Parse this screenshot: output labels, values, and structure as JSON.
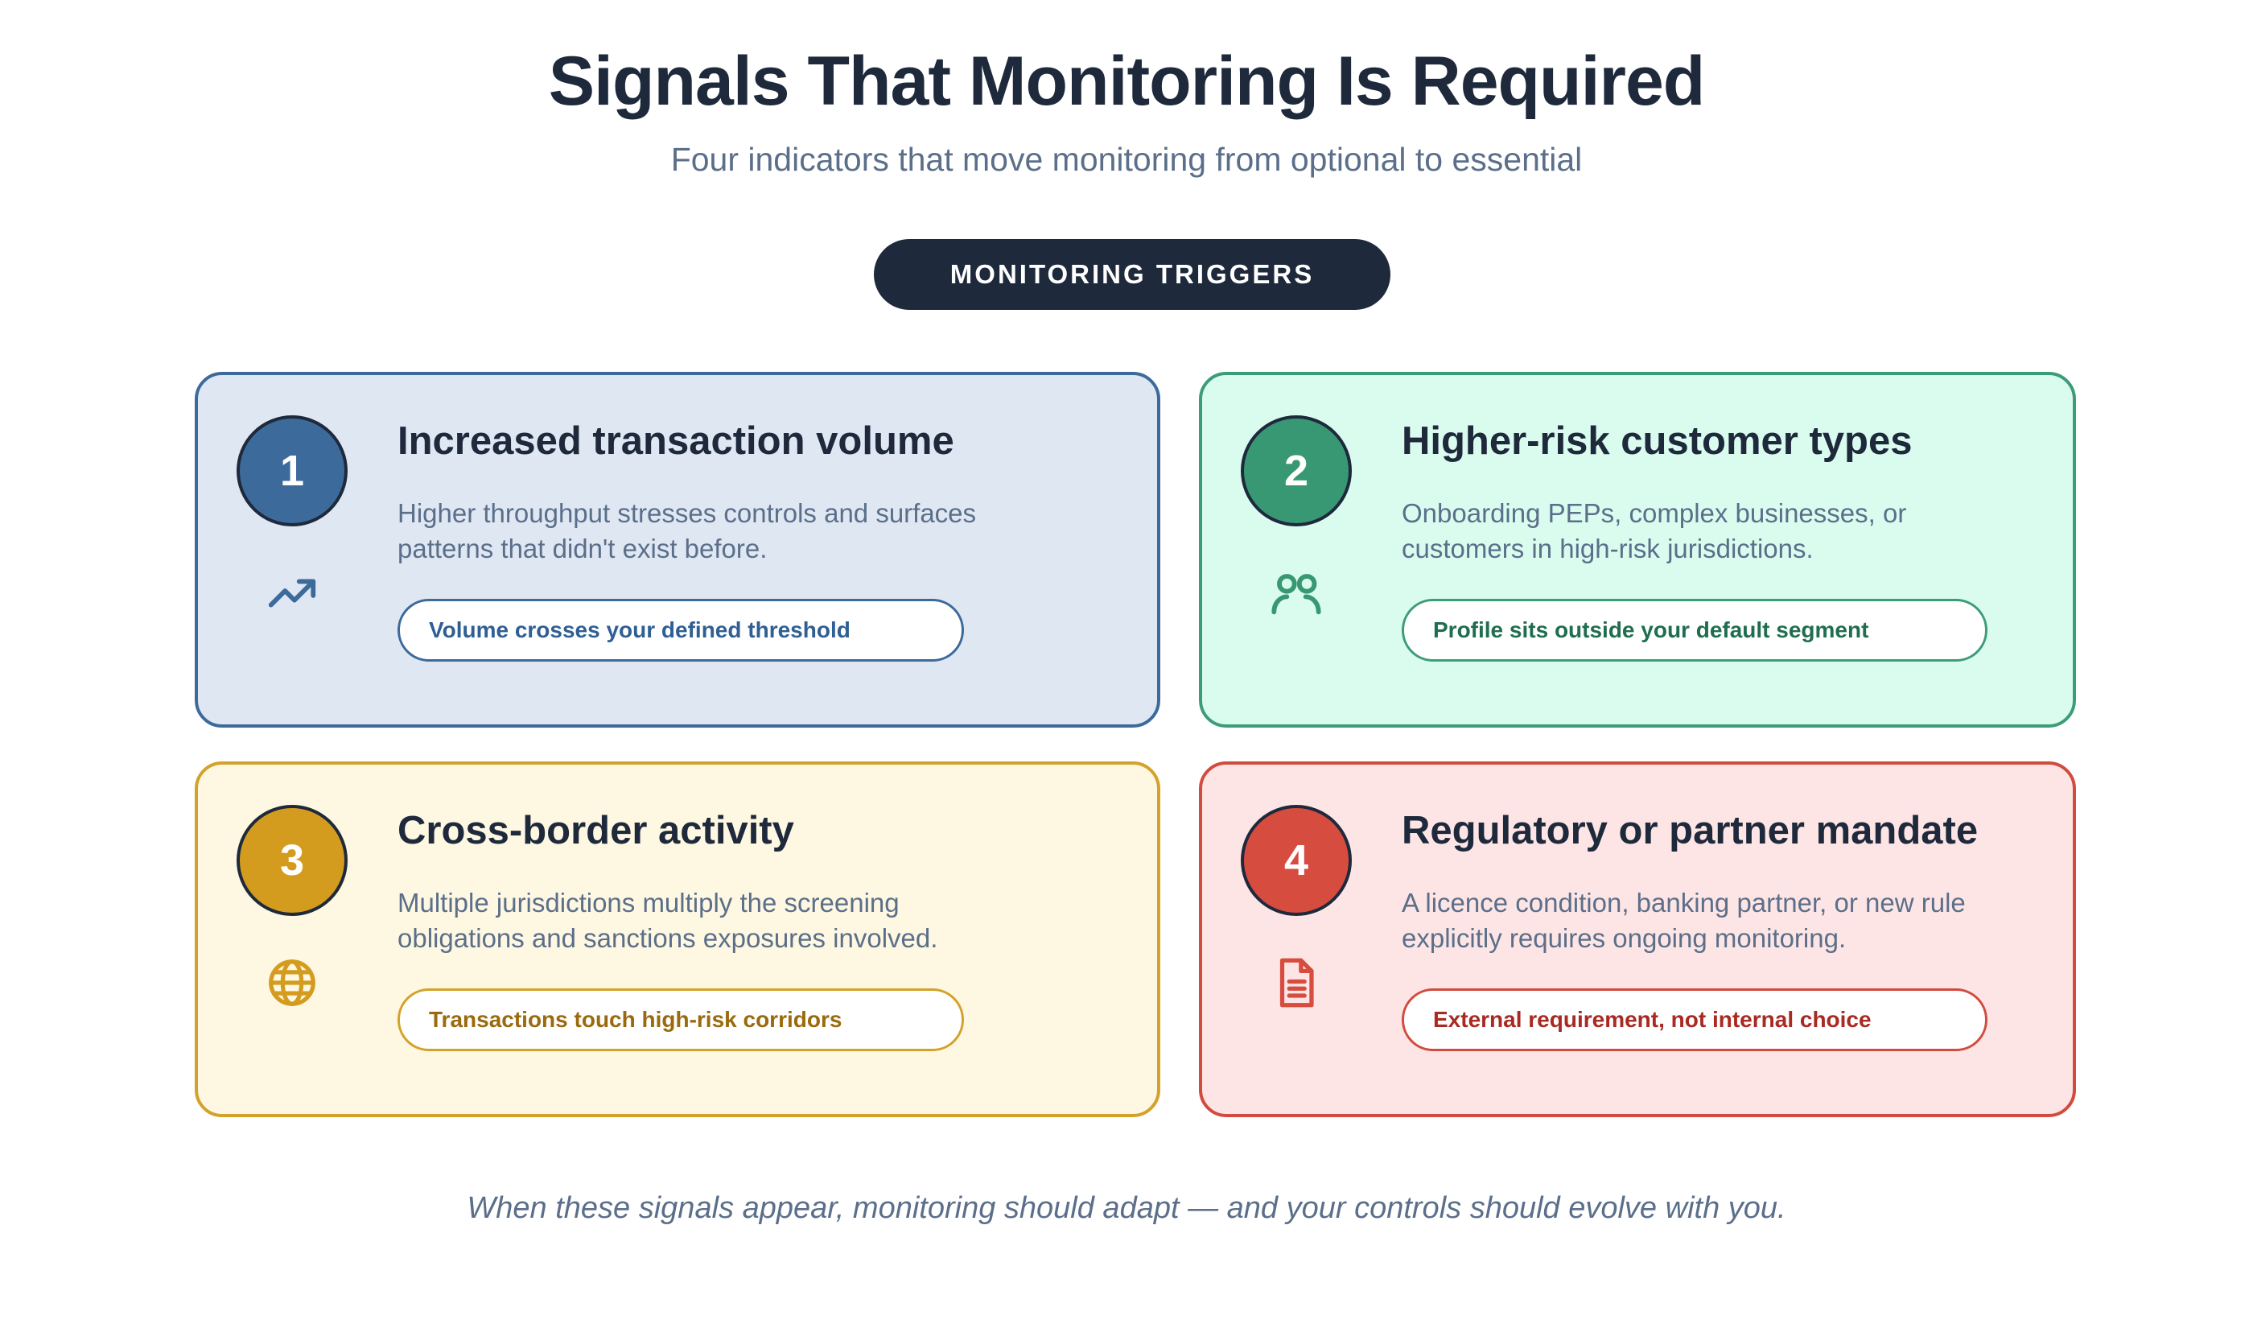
{
  "header": {
    "title": "Signals That Monitoring Is Required",
    "subtitle": "Four indicators that move monitoring from optional to essential",
    "pill_label": "MONITORING TRIGGERS"
  },
  "cards": [
    {
      "number": "1",
      "title": "Increased transaction volume",
      "description": "Higher throughput stresses controls and surfaces patterns that didn't exist before.",
      "tag": "Volume crosses your defined threshold",
      "icon": "trending-up-icon",
      "colors": {
        "accent": "#3c6a9b",
        "background": "#dfe7f3",
        "border": "#3c6a9b",
        "tag_text": "#2f5f94"
      }
    },
    {
      "number": "2",
      "title": "Higher-risk customer types",
      "description": "Onboarding PEPs, complex businesses, or customers in high-risk jurisdictions.",
      "tag": "Profile sits outside your default segment",
      "icon": "users-icon",
      "colors": {
        "accent": "#379873",
        "background": "#dafcef",
        "border": "#3c9c78",
        "tag_text": "#1f6e4f"
      }
    },
    {
      "number": "3",
      "title": "Cross-border activity",
      "description": "Multiple jurisdictions multiply the screening obligations and sanctions exposures involved.",
      "tag": "Transactions touch high-risk corridors",
      "icon": "globe-icon",
      "colors": {
        "accent": "#d49c1e",
        "background": "#fef7e1",
        "border": "#d4a22a",
        "tag_text": "#9a6a0e"
      }
    },
    {
      "number": "4",
      "title": "Regulatory or partner mandate",
      "description": "A licence condition, banking partner, or new rule explicitly requires ongoing monitoring.",
      "tag": "External requirement, not internal choice",
      "icon": "document-icon",
      "colors": {
        "accent": "#d64c3f",
        "background": "#fee5e5",
        "border": "#d14b3e",
        "tag_text": "#a82a22"
      }
    }
  ],
  "footer": {
    "text": "When these signals appear, monitoring should adapt — and your controls should evolve with you."
  }
}
